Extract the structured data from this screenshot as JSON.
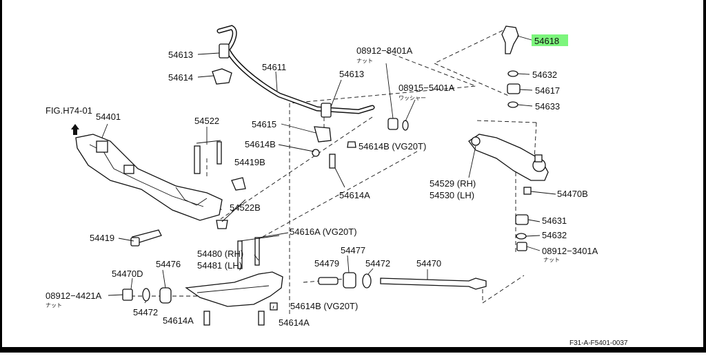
{
  "diagram": {
    "labels": {
      "p54618": "54618",
      "p54632a": "54632",
      "p54617": "54617",
      "p54633": "54633",
      "p08912_8401a": "08912−8401A",
      "nut1": "ナット",
      "p08915_5401a": "08915−5401A",
      "washer": "ワッシャー",
      "p54613a": "54613",
      "p54614": "54614",
      "p54611": "54611",
      "p54613b": "54613",
      "fig": "FIG.H74-01",
      "p54401": "54401",
      "p54522": "54522",
      "p54615": "54615",
      "p54614b_l": "54614B",
      "p54614b_vg": "54614B (VG20T)",
      "p54419b": "54419B",
      "p54614a_r": "54614A",
      "p54529": "54529 (RH)",
      "p54530": "54530 (LH)",
      "p54470b": "54470B",
      "p54522b": "54522B",
      "p54419": "54419",
      "p54616a": "54616A (VG20T)",
      "p54631": "54631",
      "p54632b": "54632",
      "p08912_3401a": "08912−3401A",
      "nut2": "ナット",
      "p54480": "54480 (RH)",
      "p54481": "54481 (LH)",
      "p54477": "54477",
      "p54476": "54476",
      "p54479": "54479",
      "p54472a": "54472",
      "p54470": "54470",
      "p54470d": "54470D",
      "p08912_4421a": "08912−4421A",
      "nut3": "ナット",
      "p54472b": "54472",
      "p54614a_b": "54614A",
      "p54614b_vg2": "54614B (VG20T)",
      "p54614a_c": "54614A",
      "code": "F31-A-F5401-0037"
    },
    "colors": {
      "highlight": "#7cf57c",
      "ink": "#111111"
    }
  }
}
